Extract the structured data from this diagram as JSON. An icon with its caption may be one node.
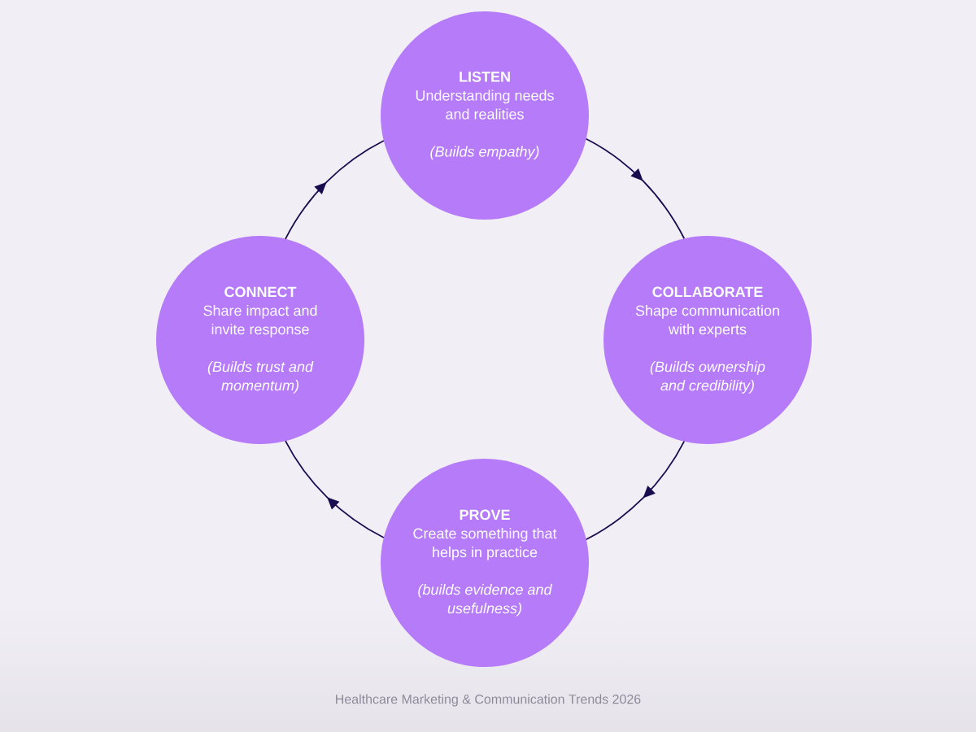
{
  "diagram": {
    "nodes": [
      {
        "text": [
          "LISTEN",
          "Understanding needs and realities",
          "(Builds empathy)"
        ]
      },
      {
        "text": [
          "COLLABORATE",
          "Shape communication with experts",
          "(Builds ownership and credibility)"
        ]
      },
      {
        "text": [
          "PROVE",
          "Create something that helps in practice",
          "(builds evidence and usefulness)"
        ]
      },
      {
        "text": [
          "CONNECT",
          "Share impact and invite response",
          "(Builds trust and momentum)"
        ]
      }
    ],
    "edges": [
      {
        "from": 0,
        "to": 1,
        "arrow": "to"
      },
      {
        "from": 1,
        "to": 2,
        "arrow": "to"
      },
      {
        "from": 2,
        "to": 3,
        "arrow": "to"
      },
      {
        "from": 3,
        "to": 0,
        "arrow": "to"
      }
    ],
    "labels": [
      "Healthcare Marketing & Communication Trends 2026"
    ]
  }
}
